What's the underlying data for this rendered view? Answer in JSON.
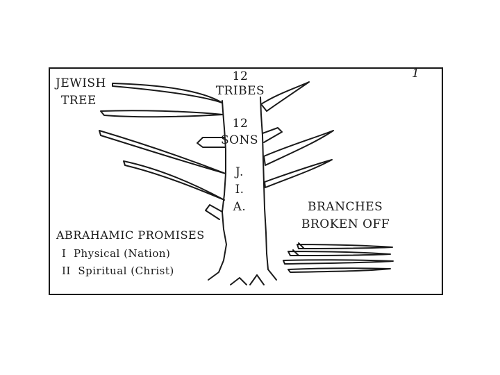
{
  "diagram": {
    "page_number": "1",
    "tree_title": [
      "JEWISH",
      "TREE"
    ],
    "tribes": [
      "12",
      "TRIBES"
    ],
    "sons": [
      "12",
      "SONS"
    ],
    "patriarchs": [
      "J.",
      "I.",
      "A."
    ],
    "broken_branches_label": [
      "BRANCHES",
      "BROKEN OFF"
    ],
    "promises": {
      "heading": "ABRAHAMIC PROMISES",
      "items": [
        "I  Physical (Nation)",
        "II  Spiritual (Christ)"
      ]
    },
    "ink_color": "#1a1a1a"
  }
}
